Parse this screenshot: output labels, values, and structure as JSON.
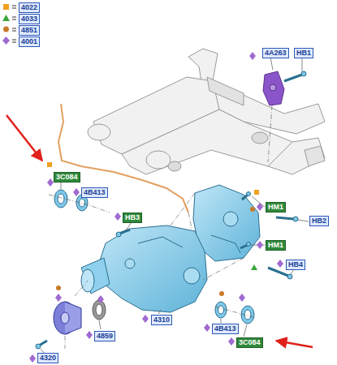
{
  "diagram": {
    "nodes": [
      {
        "text": [
          "4A263"
        ]
      },
      {
        "text": [
          "HB1"
        ]
      },
      {
        "text": [
          "3C084"
        ]
      },
      {
        "text": [
          "4B413"
        ]
      },
      {
        "text": [
          "HB3"
        ]
      },
      {
        "text": [
          "HM1"
        ]
      },
      {
        "text": [
          "HB2"
        ]
      },
      {
        "text": [
          "HM1"
        ]
      },
      {
        "text": [
          "HB4"
        ]
      },
      {
        "text": [
          "4310"
        ]
      },
      {
        "text": [
          "4B413"
        ]
      },
      {
        "text": [
          "4859"
        ]
      },
      {
        "text": [
          "3C084"
        ]
      },
      {
        "text": [
          "4320"
        ]
      }
    ],
    "legend": [
      {
        "text": "4022"
      },
      {
        "text": "4033"
      },
      {
        "text": "4851"
      },
      {
        "text": "4001"
      }
    ]
  }
}
